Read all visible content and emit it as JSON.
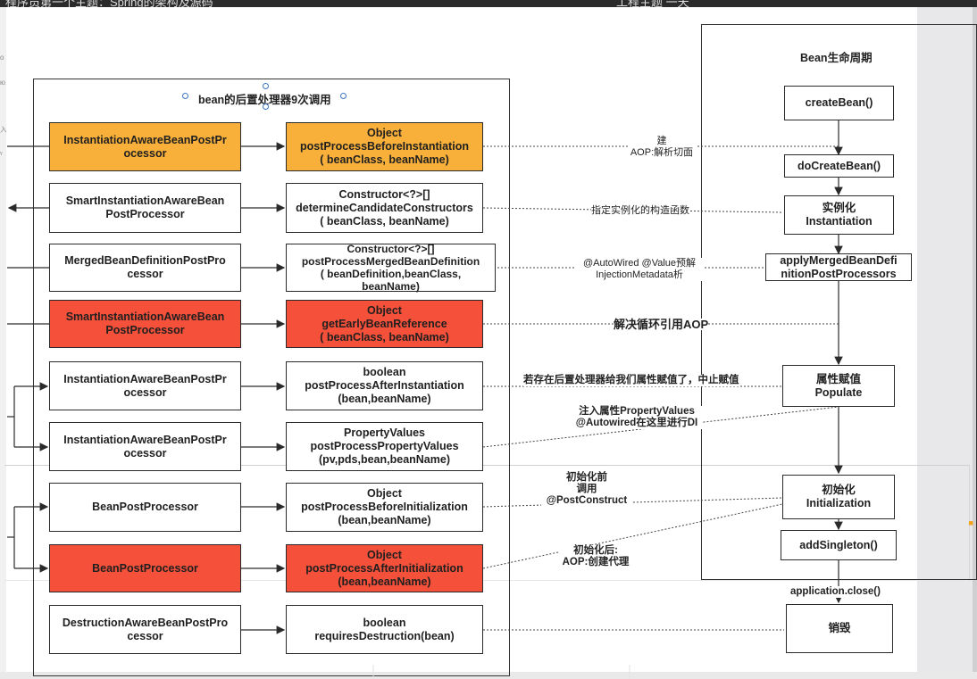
{
  "header": {
    "title": "程序员第一个主题：Spring的架构及源码",
    "right_text": "工程主题 一天"
  },
  "sidebar_fragments": [
    "o",
    "ю",
    "入",
    "ᵞ"
  ],
  "left_frame": {
    "title": "bean的后置处理器9次调用"
  },
  "right_frame": {
    "title": "Bean生命周期"
  },
  "left_boxes": [
    "InstantiationAwareBeanPostPr\nocessor",
    "SmartInstantiationAwareBean\nPostProcessor",
    "MergedBeanDefinitionPostPro\ncessor",
    "SmartInstantiationAwareBean\nPostProcessor",
    "InstantiationAwareBeanPostPr\nocessor",
    "InstantiationAwareBeanPostPr\nocessor",
    "BeanPostProcessor",
    "BeanPostProcessor",
    "DestructionAwareBeanPostPro\ncessor"
  ],
  "method_boxes": [
    "Object\npostProcessBeforeInstantiation\n( beanClass, beanName)",
    "Constructor<?>[]\ndetermineCandidateConstructors\n( beanClass, beanName)",
    "Constructor<?>[]\npostProcessMergedBeanDefinition\n( beanDefinition,beanClass,\nbeanName)",
    "Object\ngetEarlyBeanReference\n( beanClass, beanName)",
    "boolean\npostProcessAfterInstantiation\n(bean,beanName)",
    "PropertyValues\npostProcessPropertyValues\n(pv,pds,bean,beanName)",
    "Object\npostProcessBeforeInitialization\n(bean,beanName)",
    "Object\npostProcessAfterInitialization\n(bean,beanName)",
    "boolean\nrequiresDestruction(bean)"
  ],
  "lifecycle_boxes": [
    "createBean()",
    "doCreateBean()",
    "实例化\nInstantiation",
    "applyMergedBeanDefi\nnitionPostProcessors",
    "属性赋值\nPopulate",
    "初始化\nInitialization",
    "addSingleton()",
    "销毁"
  ],
  "connector_labels": {
    "c1": "建\nAOP:解析切面",
    "c2": "指定实例化的构造函数",
    "c3": "@AutoWired @Value预解\nInjectionMetadata析",
    "c4": "解决循环引用AOP",
    "c5": "若存在后置处理器给我们属性赋值了，中止赋值",
    "c6": "注入属性PropertyValues\n@Autowired在这里进行DI",
    "c7": "初始化前\n调用\n@PostConstruct",
    "c8": "初始化后:\nAOP:创建代理",
    "c9": "application.close()"
  },
  "colors": {
    "orange": "#f9b03a",
    "red": "#f5503a",
    "line": "#2a2a2a"
  }
}
